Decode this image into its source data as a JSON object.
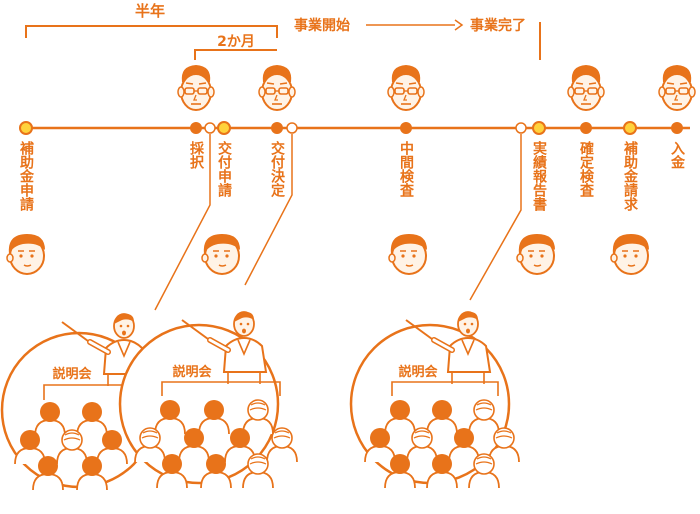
{
  "header": {
    "half_year": "半年",
    "two_months": "2か月",
    "business_start": "事業開始",
    "arrow": "→",
    "business_complete": "事業完了"
  },
  "milestones": [
    "補助金申請",
    "採択",
    "交付申請",
    "交付決定",
    "中間検査",
    "実績報告書",
    "確定検査",
    "補助金請求",
    "入金"
  ],
  "briefing_label": "説明会",
  "colors": {
    "accent": "#e8731a",
    "face": "#fff3e6",
    "node_yellow": "#ffd23c"
  }
}
